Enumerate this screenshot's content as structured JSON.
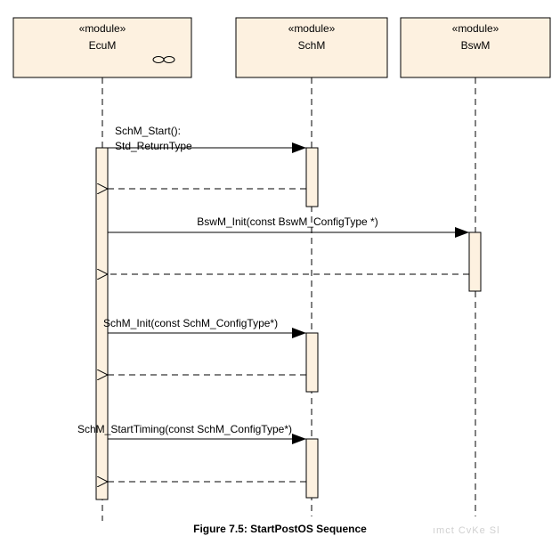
{
  "participants": [
    {
      "id": "ecum",
      "stereotype": "«module»",
      "name": "EcuM",
      "icon": "infinity-icon"
    },
    {
      "id": "schm",
      "stereotype": "«module»",
      "name": "SchM",
      "icon": ""
    },
    {
      "id": "bswm",
      "stereotype": "«module»",
      "name": "BswM",
      "icon": ""
    }
  ],
  "messages": [
    {
      "id": "schm-start-call",
      "lines": [
        "SchM_Start():",
        "Std_ReturnType"
      ],
      "type": "call",
      "from": "ecum",
      "to": "schm"
    },
    {
      "id": "schm-start-return",
      "lines": [],
      "type": "return",
      "from": "schm",
      "to": "ecum"
    },
    {
      "id": "bswm-init-call",
      "lines": [
        "BswM_Init(const BswM_ConfigType *)"
      ],
      "type": "call",
      "from": "ecum",
      "to": "bswm"
    },
    {
      "id": "bswm-init-return",
      "lines": [],
      "type": "return",
      "from": "bswm",
      "to": "ecum"
    },
    {
      "id": "schm-init-call",
      "lines": [
        "SchM_Init(const SchM_ConfigType*)"
      ],
      "type": "call",
      "from": "ecum",
      "to": "schm"
    },
    {
      "id": "schm-init-return",
      "lines": [],
      "type": "return",
      "from": "schm",
      "to": "ecum"
    },
    {
      "id": "schm-starttiming-call",
      "lines": [
        "SchM_StartTiming(const SchM_ConfigType*)"
      ],
      "type": "call",
      "from": "ecum",
      "to": "schm"
    },
    {
      "id": "schm-starttiming-return",
      "lines": [],
      "type": "return",
      "from": "schm",
      "to": "ecum"
    }
  ],
  "caption": "Figure 7.5: StartPostOS Sequence",
  "watermark": "ımct  CvKe  Sl",
  "colors": {
    "box_fill": "#fdf1e0",
    "line": "#000000"
  }
}
